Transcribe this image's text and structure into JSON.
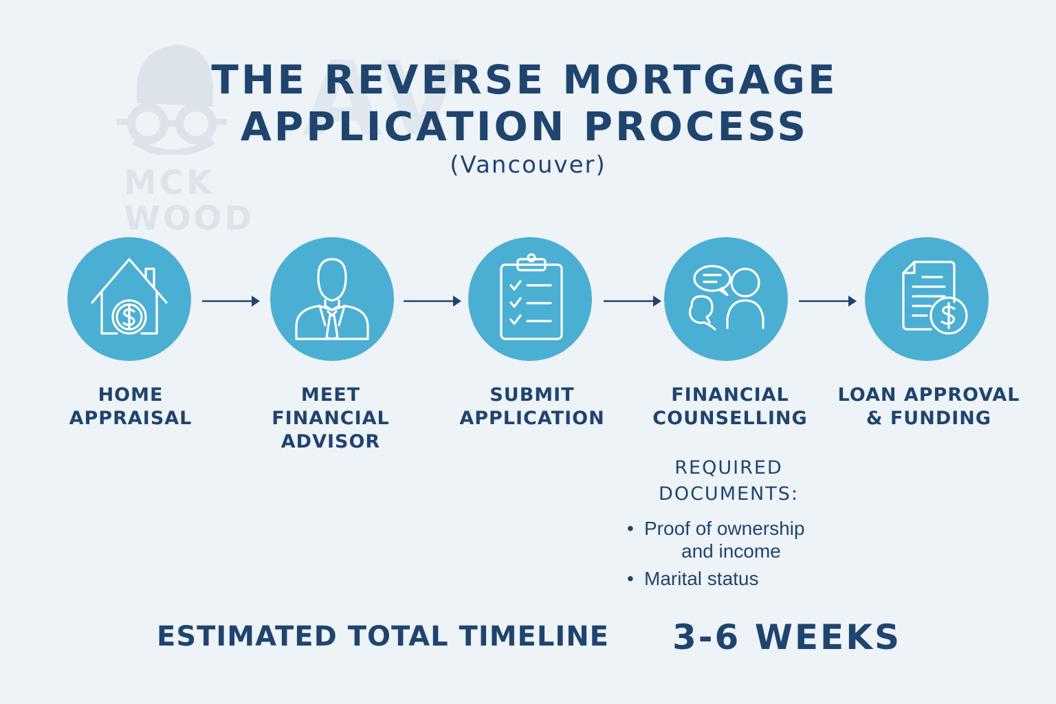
{
  "watermark": {
    "line1": "MCK",
    "line2": "WOOD",
    "right_text": "AV"
  },
  "title": {
    "line1": "THE REVERSE MORTGAGE",
    "line2": "APPLICATION PROCESS",
    "subtitle": "(Vancouver)"
  },
  "colors": {
    "navy": "#1f446e",
    "circle": "#4bafd3",
    "background": "#eef3f8"
  },
  "steps": [
    {
      "icon": "house-dollar-icon",
      "label_line1": "HOME",
      "label_line2": "APPRAISAL",
      "label_line3": ""
    },
    {
      "icon": "advisor-person-icon",
      "label_line1": "MEET",
      "label_line2": "FINANCIAL",
      "label_line3": "ADVISOR"
    },
    {
      "icon": "clipboard-checklist-icon",
      "label_line1": "SUBMIT",
      "label_line2": "APPLICATION",
      "label_line3": ""
    },
    {
      "icon": "counselling-chat-icon",
      "label_line1": "FINANCIAL",
      "label_line2": "COUNSELLING",
      "label_line3": ""
    },
    {
      "icon": "document-dollar-icon",
      "label_line1": "LOAN APPROVAL",
      "label_line2": "& FUNDING",
      "label_line3": ""
    }
  ],
  "required_documents": {
    "heading_line1": "REQUIRED",
    "heading_line2": "DOCUMENTS:",
    "bullet": "•",
    "items": [
      {
        "line1": "Proof of ownership",
        "line2": "and income"
      },
      {
        "line1": "Marital status",
        "line2": ""
      }
    ]
  },
  "timeline": {
    "label": "ESTIMATED TOTAL TIMELINE",
    "value": "3-6 WEEKS"
  }
}
